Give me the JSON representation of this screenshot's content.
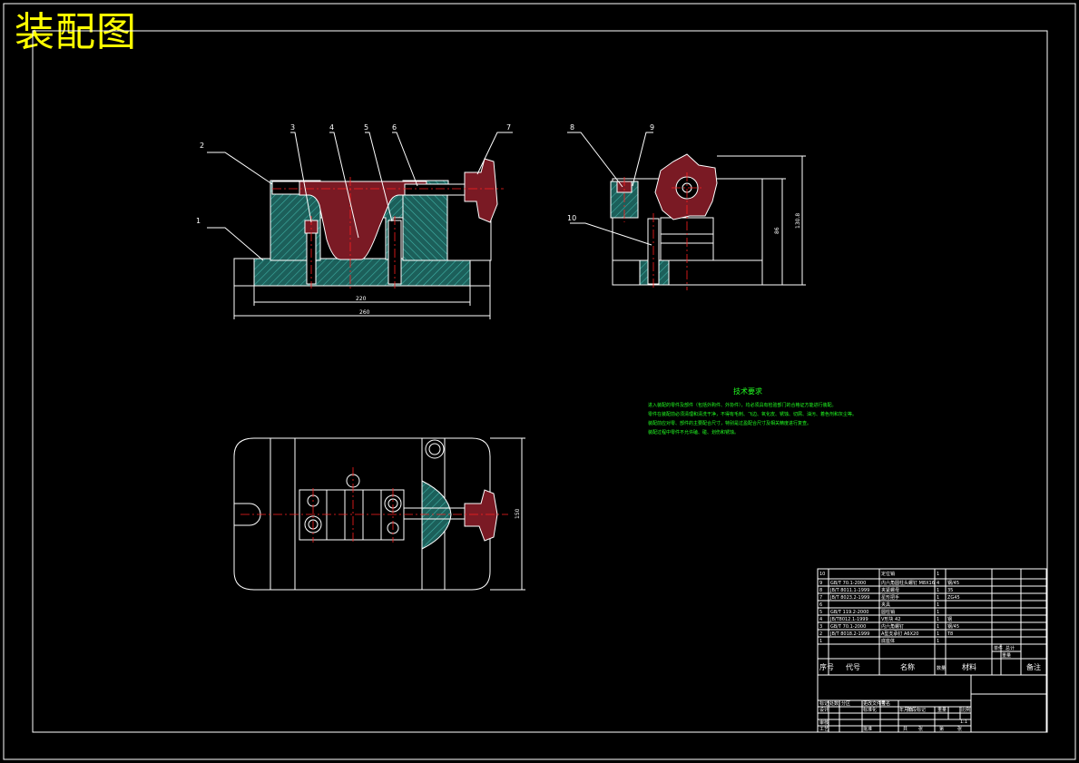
{
  "title": "装配图",
  "balloons": [
    "1",
    "2",
    "3",
    "4",
    "5",
    "6",
    "7",
    "8",
    "9",
    "10"
  ],
  "dimensions": {
    "front_inner": "220",
    "front_outer": "260",
    "side_h1": "86",
    "side_h2": "130.8",
    "top_h": "150"
  },
  "tech_requirements": {
    "heading": "技术要求",
    "lines": [
      "进入装配的零件及部件（包括外购件、外协件），均必须具有检验部门的合格证方能进行装配。",
      "零件在装配前必须清理和清洗干净，不得有毛刺、飞边、氧化皮、锈蚀、切屑、油污、着色剂和灰尘等。",
      "装配前应对零、部件的主要配合尺寸，特别是过盈配合尺寸及相关精度进行复查。",
      "装配过程中零件不允许磕、碰、划伤和锈蚀。"
    ]
  },
  "bom": {
    "rows": [
      [
        "10",
        "",
        "定位销",
        "1",
        "",
        ""
      ],
      [
        "9",
        "GB/T 70.1-2000",
        "内六角圆柱头螺钉 M8X16",
        "4",
        "钢/45",
        "",
        ""
      ],
      [
        "8",
        "JB/T 8011.1-1999",
        "夹紧螺母",
        "1",
        "35",
        ""
      ],
      [
        "7",
        "JB/T 8023.2-1999",
        "星形把手",
        "1",
        "ZG45",
        "",
        ""
      ],
      [
        "6",
        "",
        "夹具",
        "1",
        "",
        ""
      ],
      [
        "5",
        "GB/T 119.2-2000",
        "圆柱销",
        "1",
        "",
        ""
      ],
      [
        "4",
        "JB/T8012.1-1999",
        "V形块 42",
        "1",
        "钢",
        "",
        ""
      ],
      [
        "3",
        "GB/T 70.1-2000",
        "内六角螺钉",
        "1",
        "钢/45",
        "",
        ""
      ],
      [
        "2",
        "JB/T 8018.2-1999",
        "A型支承钉 A6X20",
        "1",
        "T8",
        ""
      ],
      [
        "1",
        "",
        "底座体",
        "1",
        "",
        ""
      ]
    ],
    "header": [
      "序号",
      "代号",
      "名称",
      "数量",
      "材料",
      "单件",
      "总计",
      "备注"
    ],
    "header_sub": "重量"
  },
  "title_block": {
    "labels": [
      "标记",
      "处数",
      "分区",
      "更改文件号",
      "签名",
      "年月日",
      "设计",
      "标准化",
      "阶段标记",
      "重量",
      "比例",
      "审核",
      "工艺",
      "批准",
      "共",
      "张",
      "第",
      "张"
    ],
    "scale": "1:1"
  },
  "colors": {
    "background": "#000000",
    "lines": "#ffffff",
    "centerlines": "#ff2020",
    "notes": "#22ff22",
    "title": "#ffff00",
    "hatch": "#2a8c84",
    "knob": "#7a1a24"
  }
}
